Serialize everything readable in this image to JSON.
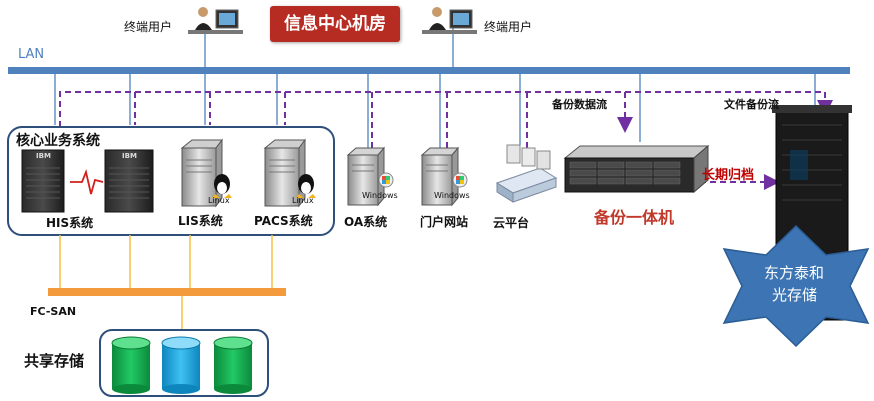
{
  "header": {
    "title": "信息中心机房",
    "user_left": "终端用户",
    "user_right": "终端用户"
  },
  "network": {
    "lan": "LAN",
    "backup_flow": "备份数据流",
    "file_backup_flow": "文件备份流",
    "archive": "长期归档"
  },
  "core": {
    "title": "核心业务系统",
    "his": "HIS系统",
    "lis": "LIS系统",
    "pacs": "PACS系统",
    "ibm": "IBM",
    "linux": "Linux"
  },
  "servers": {
    "oa": "OA系统",
    "portal": "门户网站",
    "cloud": "云平台",
    "windows": "Windows"
  },
  "backup": {
    "label": "备份一体机"
  },
  "storage": {
    "fcsan": "FC-SAN",
    "shared": "共享存储",
    "optical_line1": "东方泰和",
    "optical_line2": "光存储"
  },
  "colors": {
    "lan": "#4f81bd",
    "san": "#f39a3c",
    "title_bg": "#b62b22",
    "dashed": "#7030a0",
    "star": "#3d74b4",
    "backup_label": "#c0392b",
    "cyl_green": "#10b050",
    "cyl_blue": "#19a9e6"
  }
}
